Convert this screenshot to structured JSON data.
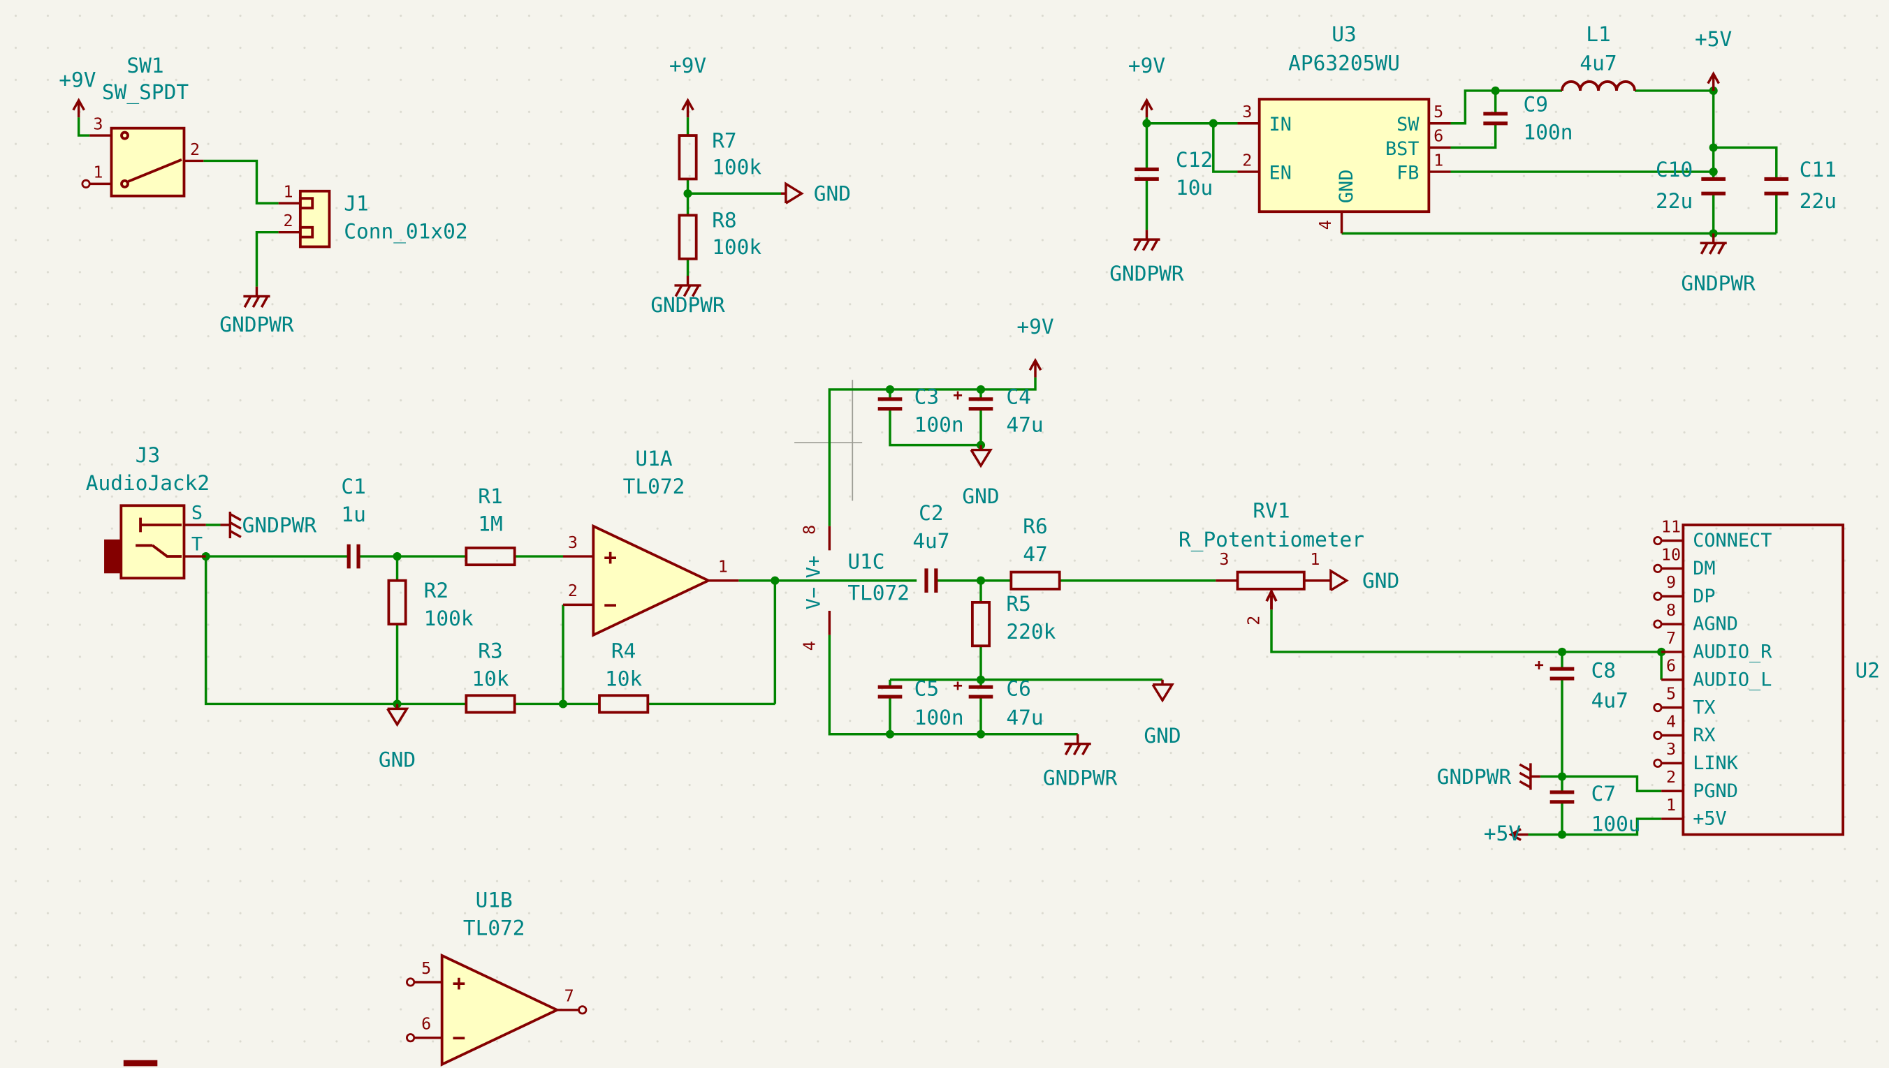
{
  "app": {
    "type": "schematic-canvas"
  },
  "colors": {
    "background": "#F5F4ED",
    "wire": "#008400",
    "symbol_outline": "#840000",
    "symbol_fill": "#FFFFC2",
    "label": "#008484",
    "pin_number": "#840000"
  },
  "power_flags": {
    "p9v": "+9V",
    "p5v": "+5V",
    "gnd": "GND",
    "gndpwr": "GNDPWR"
  },
  "components": {
    "sw1": {
      "ref": "SW1",
      "value": "SW_SPDT",
      "pin1": "1",
      "pin2": "2",
      "pin3": "3"
    },
    "j1": {
      "ref": "J1",
      "value": "Conn_01x02",
      "pin1": "1",
      "pin2": "2"
    },
    "r7": {
      "ref": "R7",
      "value": "100k"
    },
    "r8": {
      "ref": "R8",
      "value": "100k"
    },
    "u3": {
      "ref": "U3",
      "value": "AP63205WU",
      "pins": {
        "in": "IN",
        "en": "EN",
        "sw": "SW",
        "bst": "BST",
        "fb": "FB",
        "gnd": "GND"
      },
      "nums": {
        "in": "3",
        "en": "2",
        "sw": "5",
        "bst": "6",
        "fb": "1",
        "gnd": "4"
      }
    },
    "c12": {
      "ref": "C12",
      "value": "10u"
    },
    "c9": {
      "ref": "C9",
      "value": "100n"
    },
    "l1": {
      "ref": "L1",
      "value": "4u7"
    },
    "c10": {
      "ref": "C10",
      "value": "22u"
    },
    "c11": {
      "ref": "C11",
      "value": "22u"
    },
    "j3": {
      "ref": "J3",
      "value": "AudioJack2",
      "pin_s": "S",
      "pin_t": "T"
    },
    "c1": {
      "ref": "C1",
      "value": "1u"
    },
    "r1": {
      "ref": "R1",
      "value": "1M"
    },
    "r2": {
      "ref": "R2",
      "value": "100k"
    },
    "r3": {
      "ref": "R3",
      "value": "10k"
    },
    "r4": {
      "ref": "R4",
      "value": "10k"
    },
    "u1a": {
      "ref": "U1A",
      "value": "TL072",
      "pin_plus": "3",
      "pin_minus": "2",
      "pin_out": "1",
      "plus": "+",
      "minus": "−"
    },
    "u1b": {
      "ref": "U1B",
      "value": "TL072",
      "pin_plus": "5",
      "pin_minus": "6",
      "pin_out": "7",
      "plus": "+",
      "minus": "−"
    },
    "u1c": {
      "ref": "U1C",
      "value": "TL072",
      "vplus": "V+",
      "vminus": "V−",
      "pin_vplus": "8",
      "pin_vminus": "4"
    },
    "c3": {
      "ref": "C3",
      "value": "100n"
    },
    "c4": {
      "ref": "C4",
      "value": "47u",
      "plus": "+"
    },
    "c2": {
      "ref": "C2",
      "value": "4u7"
    },
    "r6": {
      "ref": "R6",
      "value": "47"
    },
    "r5": {
      "ref": "R5",
      "value": "220k"
    },
    "c5": {
      "ref": "C5",
      "value": "100n"
    },
    "c6": {
      "ref": "C6",
      "value": "47u",
      "plus": "+"
    },
    "rv1": {
      "ref": "RV1",
      "value": "R_Potentiometer",
      "pin1": "1",
      "pin2": "2",
      "pin3": "3"
    },
    "u2": {
      "ref": "U2",
      "pins": [
        {
          "num": "11",
          "name": "CONNECT"
        },
        {
          "num": "10",
          "name": "DM"
        },
        {
          "num": "9",
          "name": "DP"
        },
        {
          "num": "8",
          "name": "AGND"
        },
        {
          "num": "7",
          "name": "AUDIO_R"
        },
        {
          "num": "6",
          "name": "AUDIO_L"
        },
        {
          "num": "5",
          "name": "TX"
        },
        {
          "num": "4",
          "name": "RX"
        },
        {
          "num": "3",
          "name": "LINK"
        },
        {
          "num": "2",
          "name": "PGND"
        },
        {
          "num": "1",
          "name": "+5V"
        }
      ]
    },
    "c8": {
      "ref": "C8",
      "value": "4u7",
      "plus": "+"
    },
    "c7": {
      "ref": "C7",
      "value": "100u"
    }
  }
}
